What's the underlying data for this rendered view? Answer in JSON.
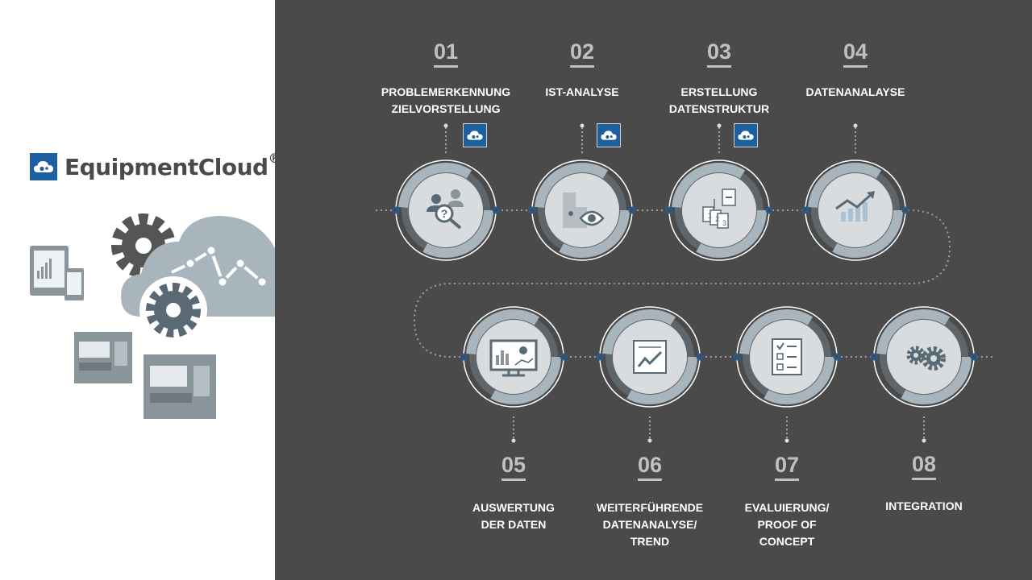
{
  "brand": {
    "name": "EquipmentCloud",
    "registered": "®"
  },
  "colors": {
    "accent": "#1d5fa0",
    "panel": "#4a4a4a",
    "number": "#c0c0c0",
    "label": "#ffffff",
    "ring": "#a9b5bd"
  },
  "steps": [
    {
      "number": "01",
      "label_lines": [
        "PROBLEMERKENNUNG",
        "ZIELVORSTELLUNG"
      ],
      "icon": "people-question-icon",
      "cloud_badge": true
    },
    {
      "number": "02",
      "label_lines": [
        "IST-ANALYSE"
      ],
      "icon": "machine-eye-icon",
      "cloud_badge": true
    },
    {
      "number": "03",
      "label_lines": [
        "ERSTELLUNG",
        "DATENSTRUKTUR"
      ],
      "icon": "documents-structure-icon",
      "cloud_badge": true
    },
    {
      "number": "04",
      "label_lines": [
        "DATENANALAYSE"
      ],
      "icon": "chart-trend-up-icon",
      "cloud_badge": false
    },
    {
      "number": "05",
      "label_lines": [
        "AUSWERTUNG",
        "DER DATEN"
      ],
      "icon": "monitor-dashboard-icon",
      "cloud_badge": false
    },
    {
      "number": "06",
      "label_lines": [
        "WEITERFÜHRENDE",
        "DATENANALYSE/",
        "TREND"
      ],
      "icon": "trend-document-icon",
      "cloud_badge": false
    },
    {
      "number": "07",
      "label_lines": [
        "EVALUIERUNG/",
        "PROOF OF",
        "CONCEPT"
      ],
      "icon": "checklist-icon",
      "cloud_badge": false
    },
    {
      "number": "08",
      "label_lines": [
        "INTEGRATION"
      ],
      "icon": "gears-icon",
      "cloud_badge": false
    }
  ]
}
